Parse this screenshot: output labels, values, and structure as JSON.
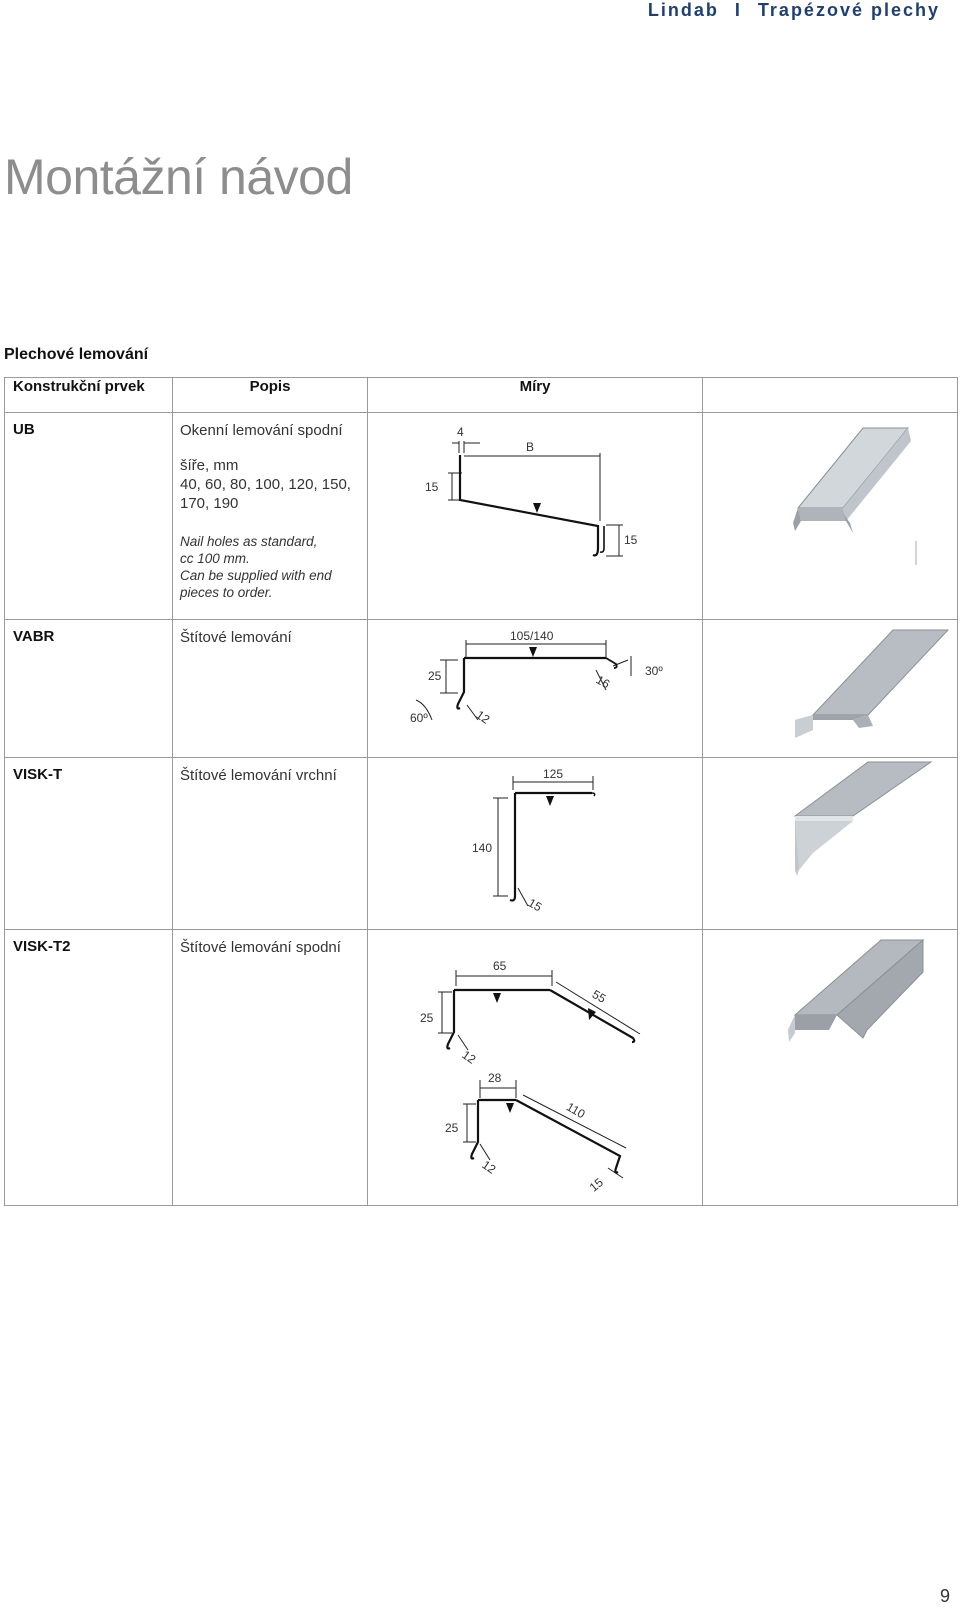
{
  "header": {
    "brand": "Lindab",
    "separator": "I",
    "title": "Trapézové plechy"
  },
  "page_title": "Montážní návod",
  "section_title": "Plechové lemování",
  "table": {
    "columns": [
      "Konstrukční prvek",
      "Popis",
      "Míry",
      ""
    ],
    "rows": [
      {
        "code": "UB",
        "description": "Okenní lemování spodní",
        "widths_label": "šíře, mm",
        "widths_values": "40, 60, 80, 100, 120, 150,",
        "widths_values_2": "170, 190",
        "note_1": "Nail holes as standard,",
        "note_2": "cc 100 mm.",
        "note_3": "Can be supplied with end",
        "note_4": "pieces to order.",
        "dims": {
          "a": "4",
          "b": "B",
          "c": "15",
          "d": "15"
        }
      },
      {
        "code": "VABR",
        "description": "Štítové lemování",
        "dims": {
          "a": "105/140",
          "b": "25",
          "c": "16",
          "d": "30º",
          "e": "60º",
          "f": "12"
        }
      },
      {
        "code": "VISK-T",
        "description": "Štítové lemování vrchní",
        "dims": {
          "a": "125",
          "b": "140",
          "c": "15"
        }
      },
      {
        "code": "VISK-T2",
        "description": "Štítové lemování spodní",
        "dims": {
          "a": "65",
          "b": "55",
          "c": "25",
          "d": "12",
          "e": "28",
          "f": "110",
          "g": "25",
          "h": "12",
          "i": "15"
        }
      }
    ]
  },
  "page_number": "9"
}
